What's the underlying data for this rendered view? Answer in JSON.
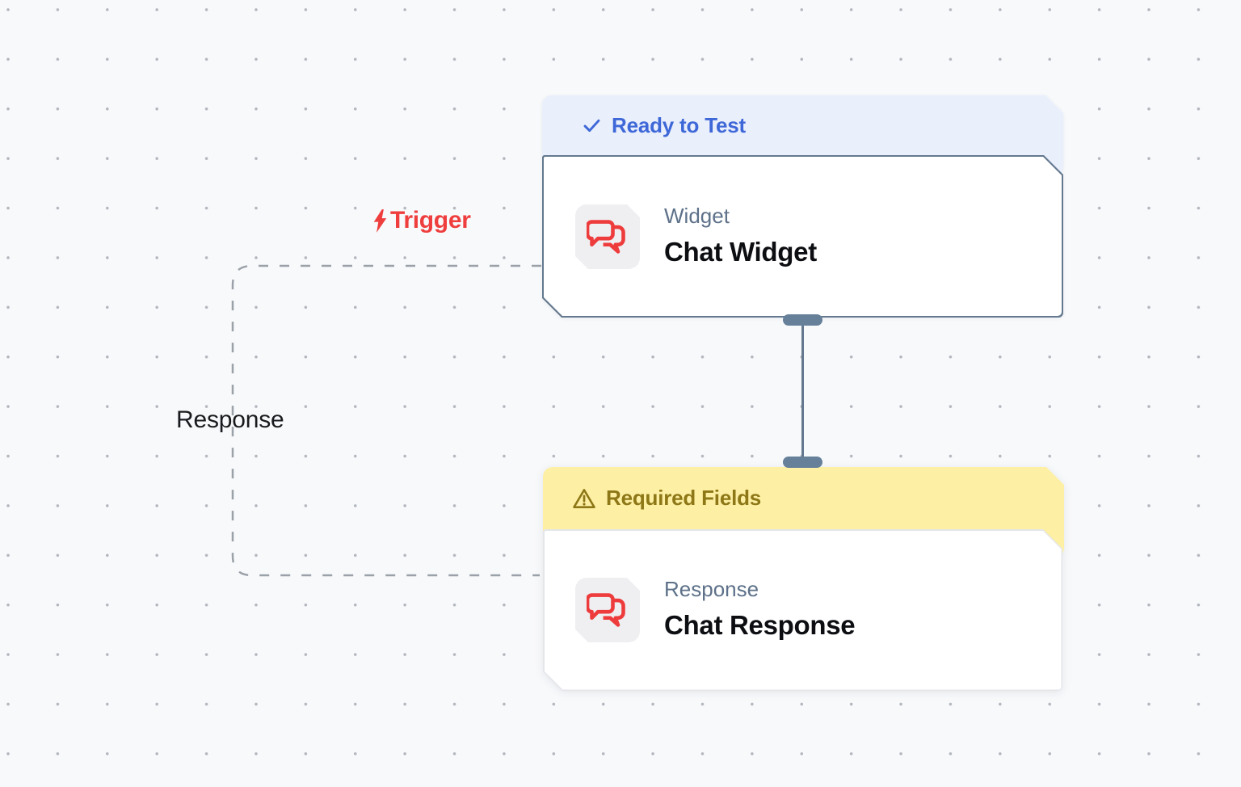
{
  "edge_labels": {
    "trigger": "Trigger",
    "response": "Response"
  },
  "nodes": [
    {
      "badge": "Ready to Test",
      "badge_icon": "check",
      "type_label": "Widget",
      "title": "Chat Widget",
      "icon": "chat-bubbles"
    },
    {
      "badge": "Required Fields",
      "badge_icon": "warning-triangle",
      "type_label": "Response",
      "title": "Chat Response",
      "icon": "chat-bubbles"
    }
  ],
  "colors": {
    "canvas_bg": "#f8f9fb",
    "grid_dot": "#b2b6bd",
    "ready_badge_bg": "#eaeffc",
    "ready_badge_text": "#3e68d8",
    "warning_badge_bg": "#fdf0a5",
    "warning_badge_text": "#8d7716",
    "node_border": "#64798f",
    "node_icon_red": "#ee3b3c",
    "trigger_red": "#ef3e3e",
    "type_label_slate": "#5d7189",
    "title_black": "#0d0e12",
    "connector_slate": "#66809a",
    "dashed_edge_gray": "#9aa1a8"
  }
}
